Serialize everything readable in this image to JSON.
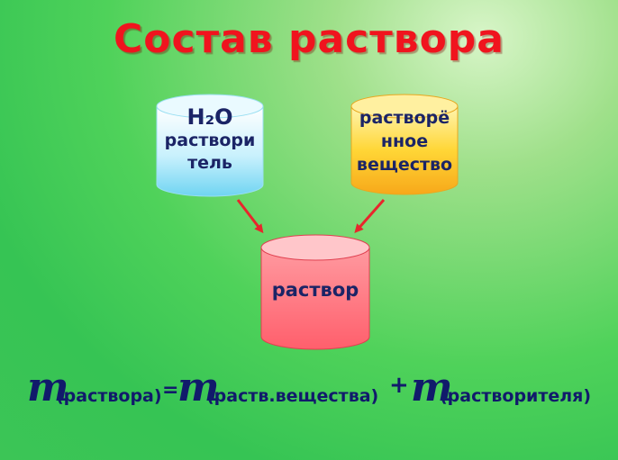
{
  "title": "Состав раствора",
  "cylinders": {
    "solvent": {
      "line1": "H₂O",
      "line2": "раствори",
      "line3": "тель",
      "color": "#bdeefc"
    },
    "solute": {
      "line1": "растворё",
      "line2": "нное",
      "line3": "вещество",
      "color": "#ffd23a"
    },
    "solution": {
      "label": "раствор",
      "color": "#ff7f86"
    }
  },
  "arrow_color": "#e8262c",
  "formula": {
    "m1": "m",
    "sub1": "(раствора)",
    "eq": "=",
    "m2": "m",
    "sub2": "(раств.вещества)",
    "plus": "+",
    "m3": "m",
    "sub3": "(растворителя)"
  }
}
